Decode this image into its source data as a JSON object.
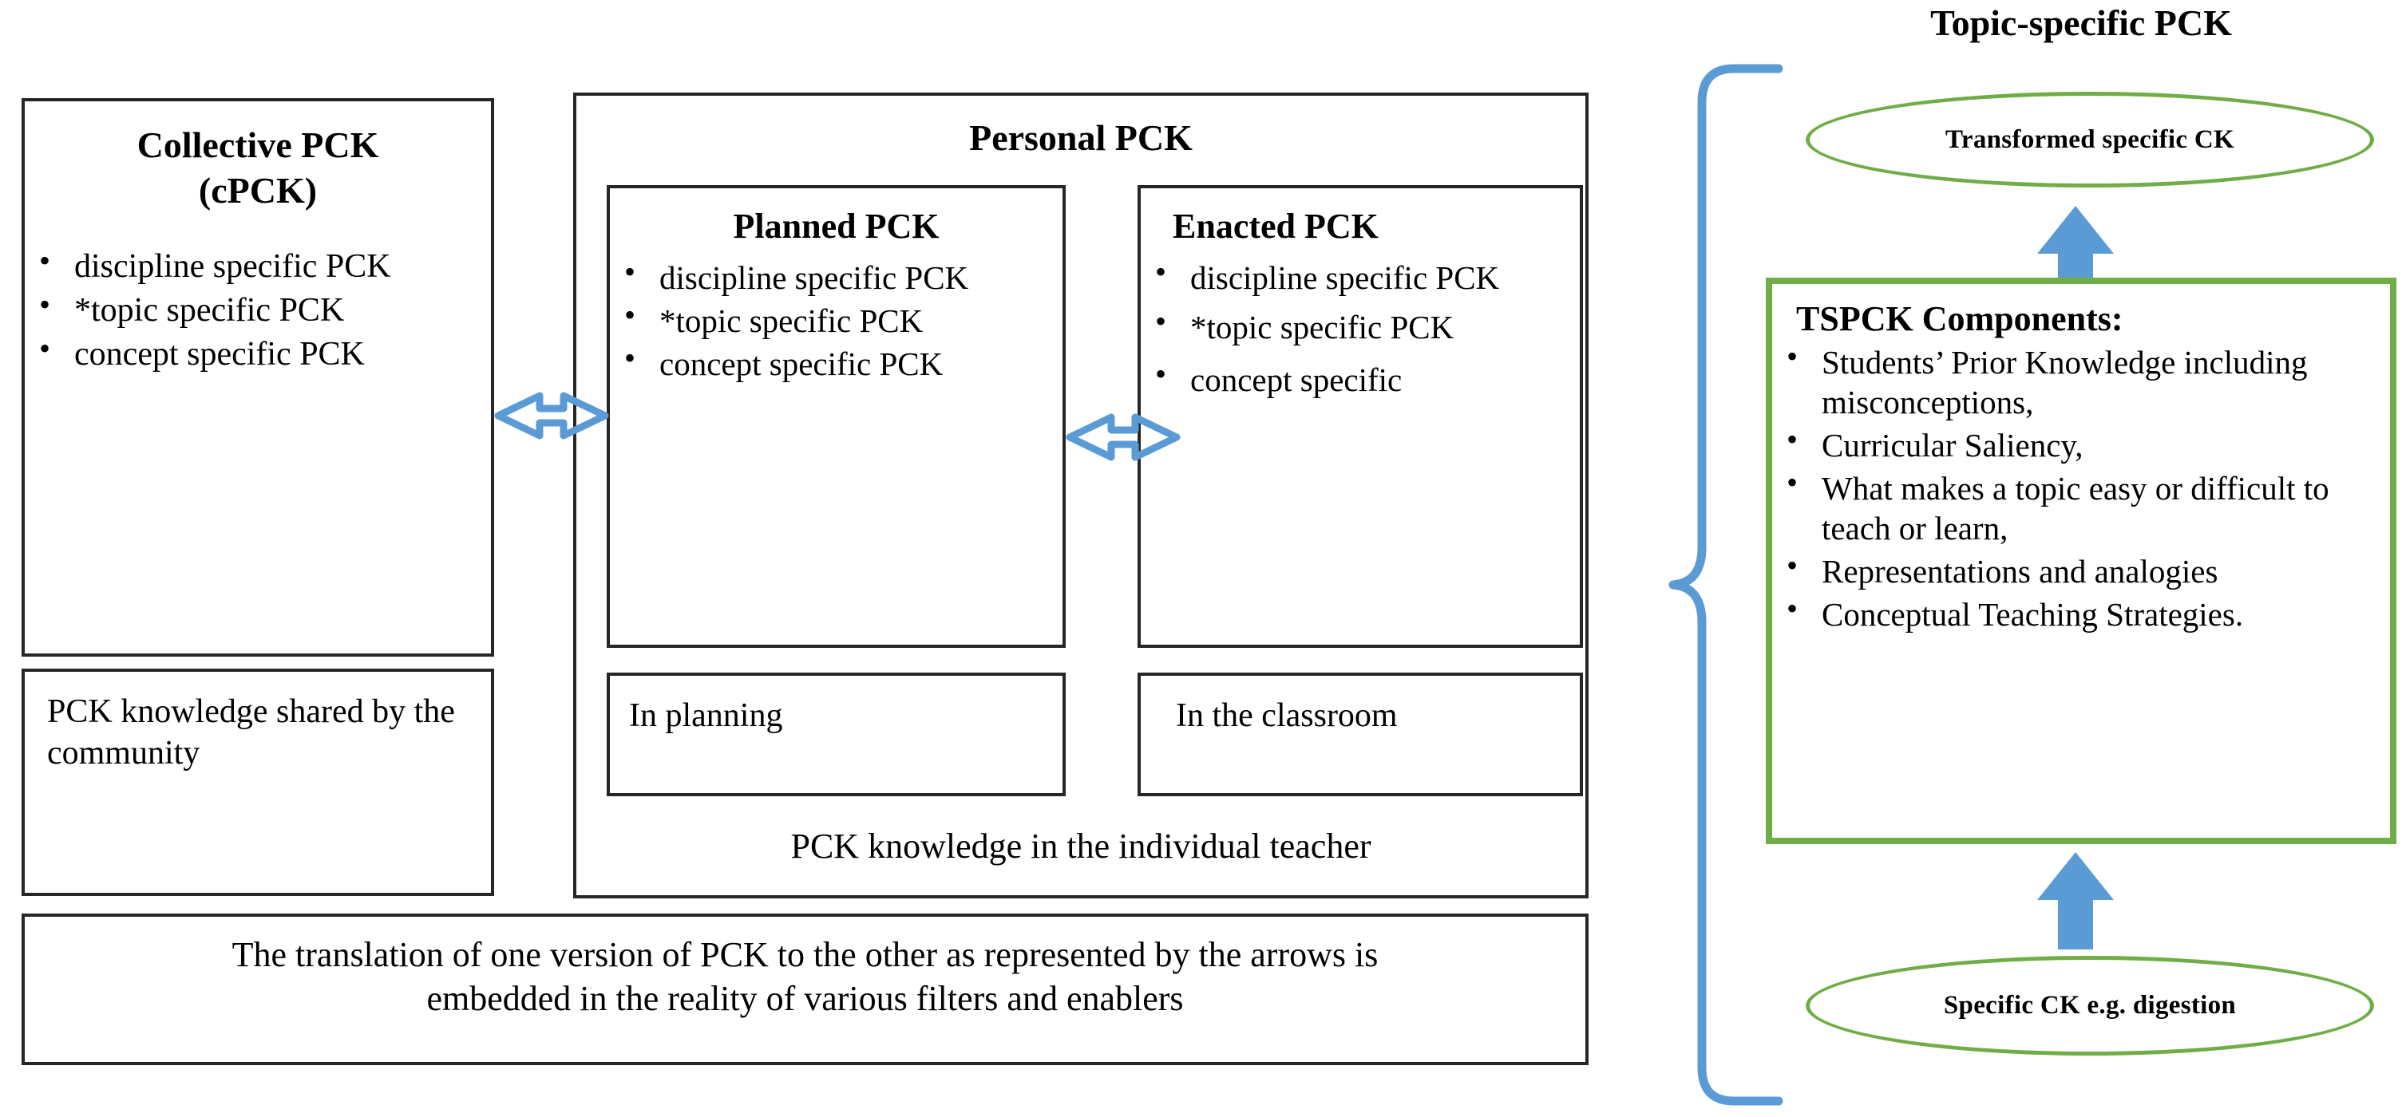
{
  "diagram": {
    "title_right": "Topic-specific PCK",
    "colors": {
      "box_border": "#262626",
      "green_accent": "#70AD47",
      "blue_accent": "#5B9BD5",
      "text": "#000000",
      "background": "#FFFFFF"
    },
    "collective": {
      "heading_line1": "Collective PCK",
      "heading_line2": "(cPCK)",
      "bullets": [
        " discipline specific PCK",
        "*topic specific PCK",
        "concept specific PCK"
      ]
    },
    "community": {
      "text": "PCK knowledge shared by the community"
    },
    "personal": {
      "heading": "Personal PCK",
      "footer": "PCK knowledge in the individual teacher",
      "planned": {
        "heading": "Planned PCK",
        "bullets": [
          "discipline specific PCK",
          "*topic specific PCK",
          "concept specific PCK"
        ],
        "context": "In planning"
      },
      "enacted": {
        "heading": "Enacted PCK",
        "bullets": [
          "discipline specific PCK",
          "*topic specific PCK",
          "concept specific"
        ],
        "context": "In the classroom"
      }
    },
    "footer_banner": {
      "line1": "The translation of one version of PCK to the other as represented by the arrows is",
      "line2": "embedded in the reality of various filters and enablers"
    },
    "tspck": {
      "top_ellipse": "Transformed specific CK",
      "components_heading": "TSPCK Components:",
      "components": [
        "Students’ Prior Knowledge including misconceptions,",
        "Curricular Saliency,",
        "What makes a topic easy or difficult to teach or learn,",
        "Representations and analogies",
        "Conceptual Teaching Strategies."
      ],
      "bottom_ellipse": "Specific CK e.g. digestion"
    },
    "connectors": {
      "arrow_cpck_to_planned": "double-headed-arrow-icon",
      "arrow_planned_to_enacted": "double-headed-arrow-icon",
      "arrow_up_to_transformed_ck": "up-arrow-icon",
      "arrow_up_from_specific_ck": "up-arrow-icon",
      "brace": "curly-brace-icon"
    }
  }
}
